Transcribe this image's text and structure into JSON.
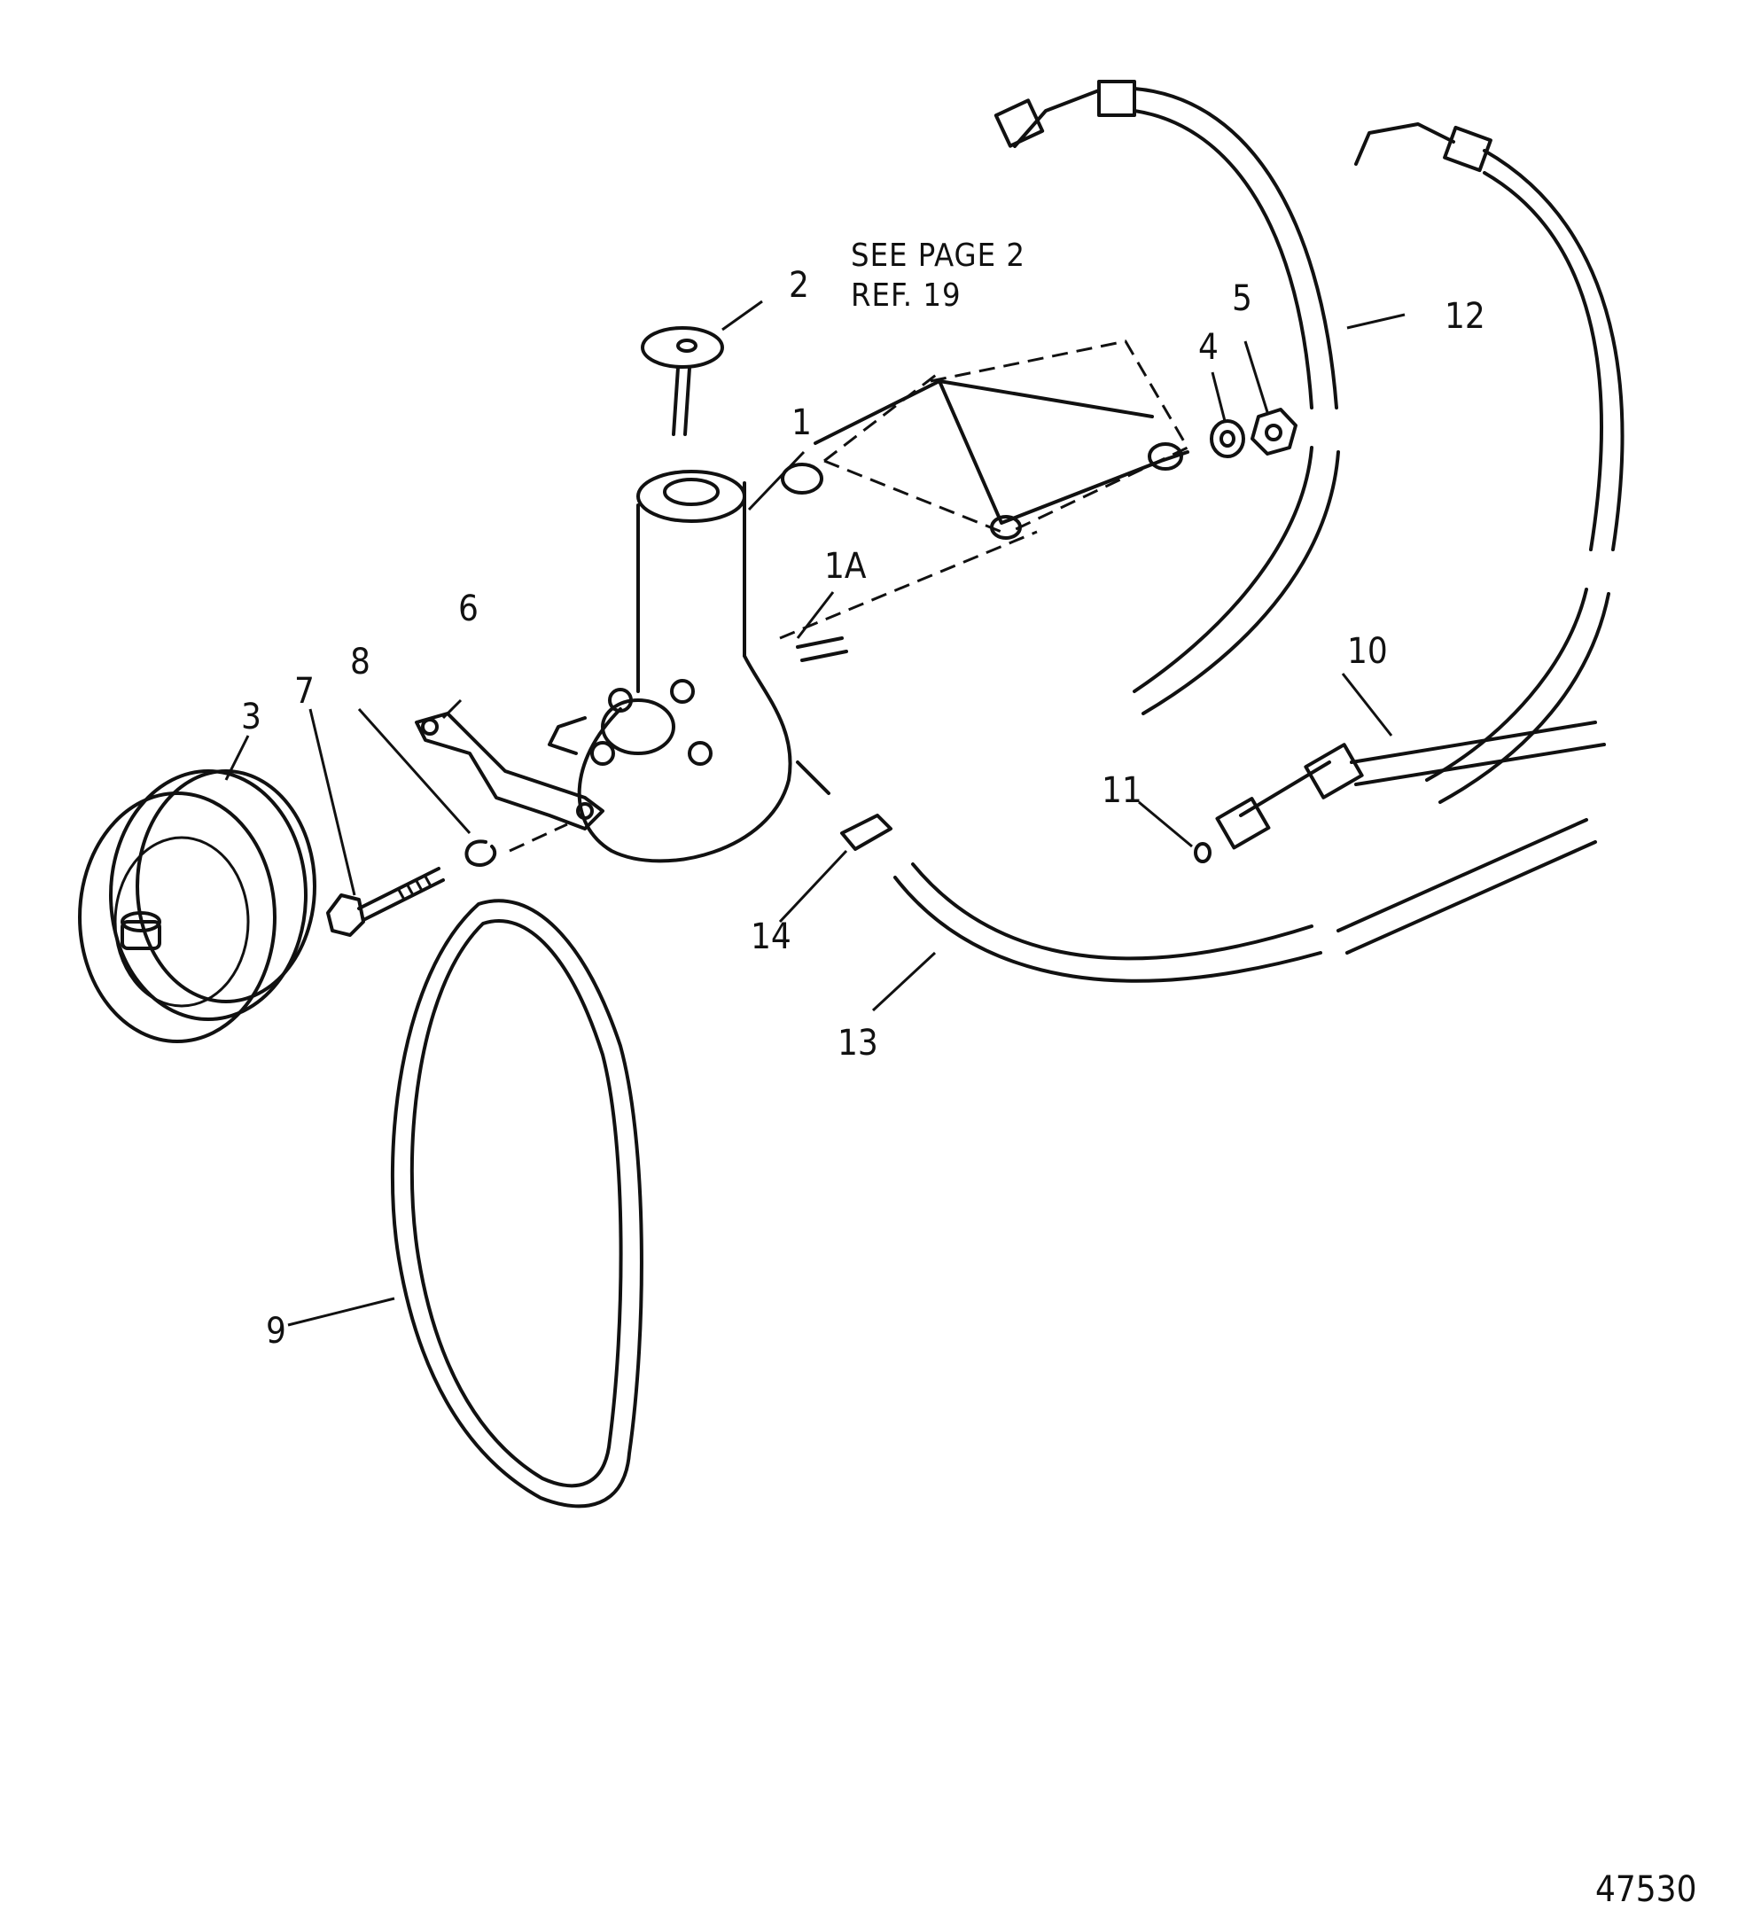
{
  "note": {
    "line1": "SEE PAGE 2",
    "line2": "REF. 19"
  },
  "callouts": {
    "c1": "1",
    "c1a": "1A",
    "c2": "2",
    "c3": "3",
    "c4": "4",
    "c5": "5",
    "c6": "6",
    "c7": "7",
    "c8": "8",
    "c9": "9",
    "c10": "10",
    "c11": "11",
    "c12": "12",
    "c13": "13",
    "c14": "14"
  },
  "figure_number": "47530"
}
